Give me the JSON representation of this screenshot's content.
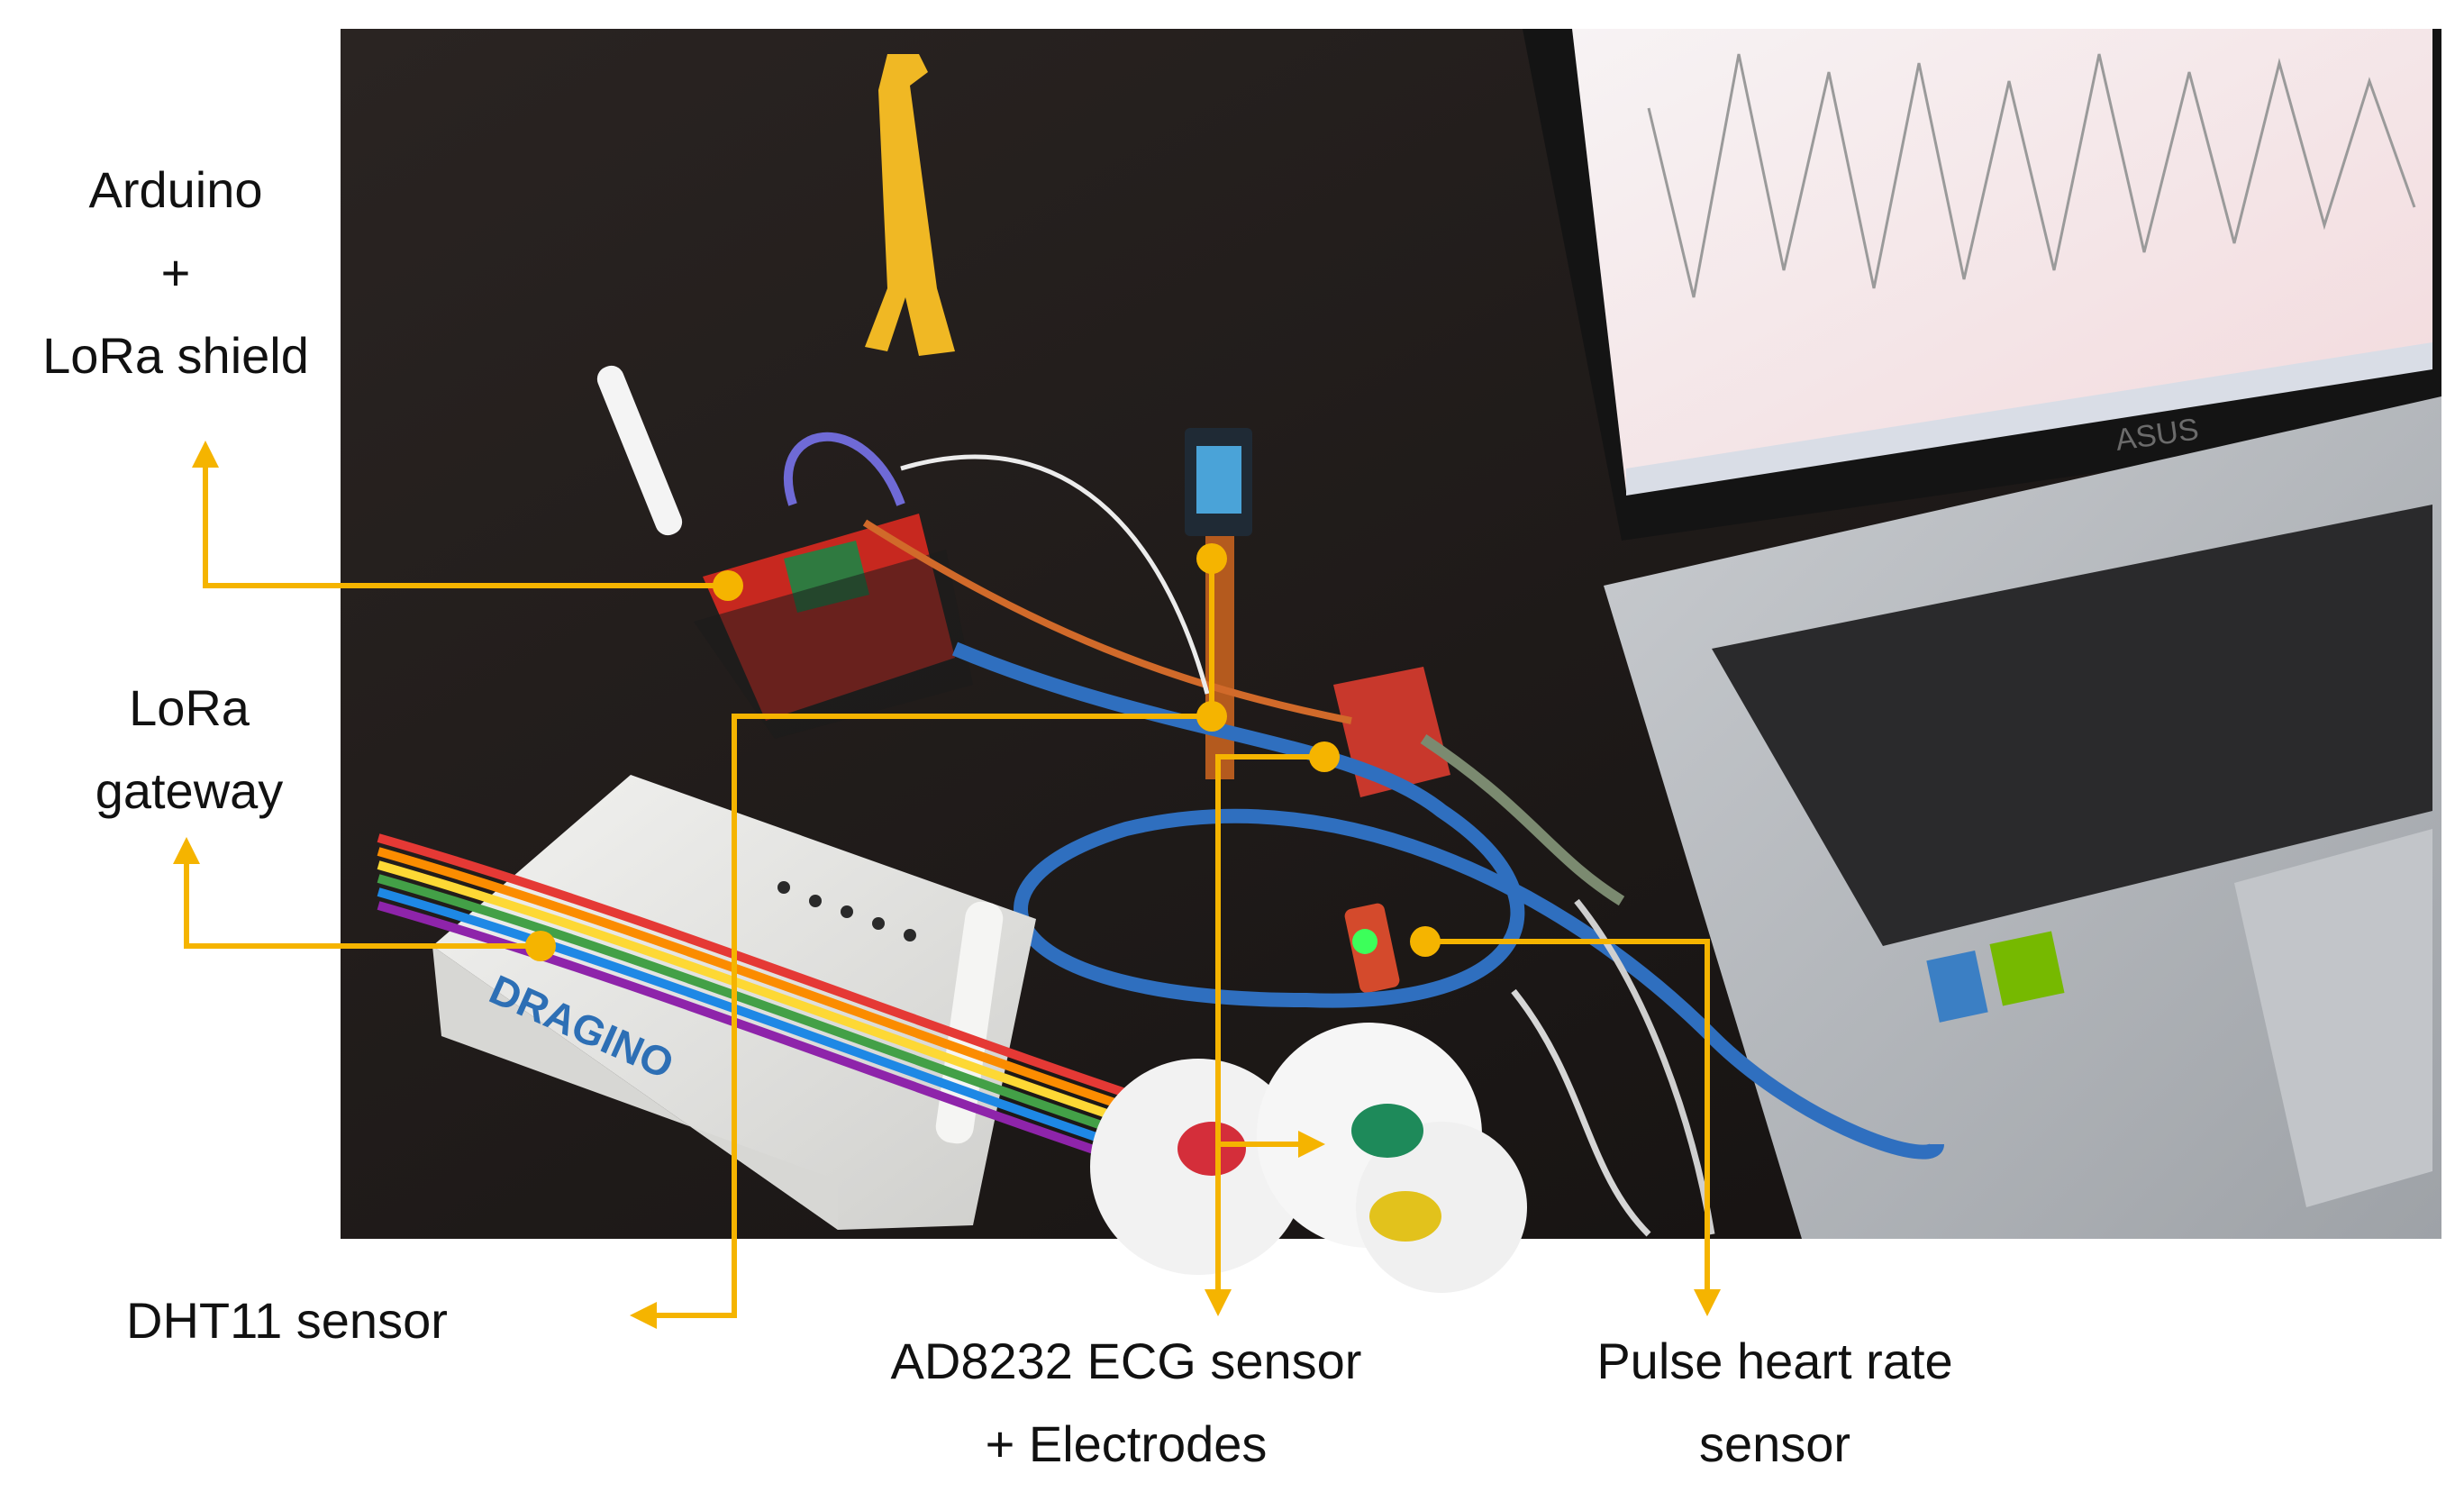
{
  "labels": {
    "arduino": [
      "Arduino",
      "+",
      "LoRa shield"
    ],
    "gateway": [
      "LoRa",
      "gateway"
    ],
    "dht11": "DHT11 sensor",
    "ecg": [
      "AD8232 ECG sensor",
      "+ Electrodes"
    ],
    "pulse": [
      "Pulse heart rate",
      "sensor"
    ]
  },
  "photo": {
    "gateway_brand": "DRAGINO",
    "laptop_brand": "ASUS"
  },
  "colors": {
    "callout": "#F5B400",
    "table": "#1d1918",
    "laptop_body": "#b9bcc0",
    "gateway_body": "#e8e8e6",
    "cable_blue": "#2f6fbf"
  }
}
